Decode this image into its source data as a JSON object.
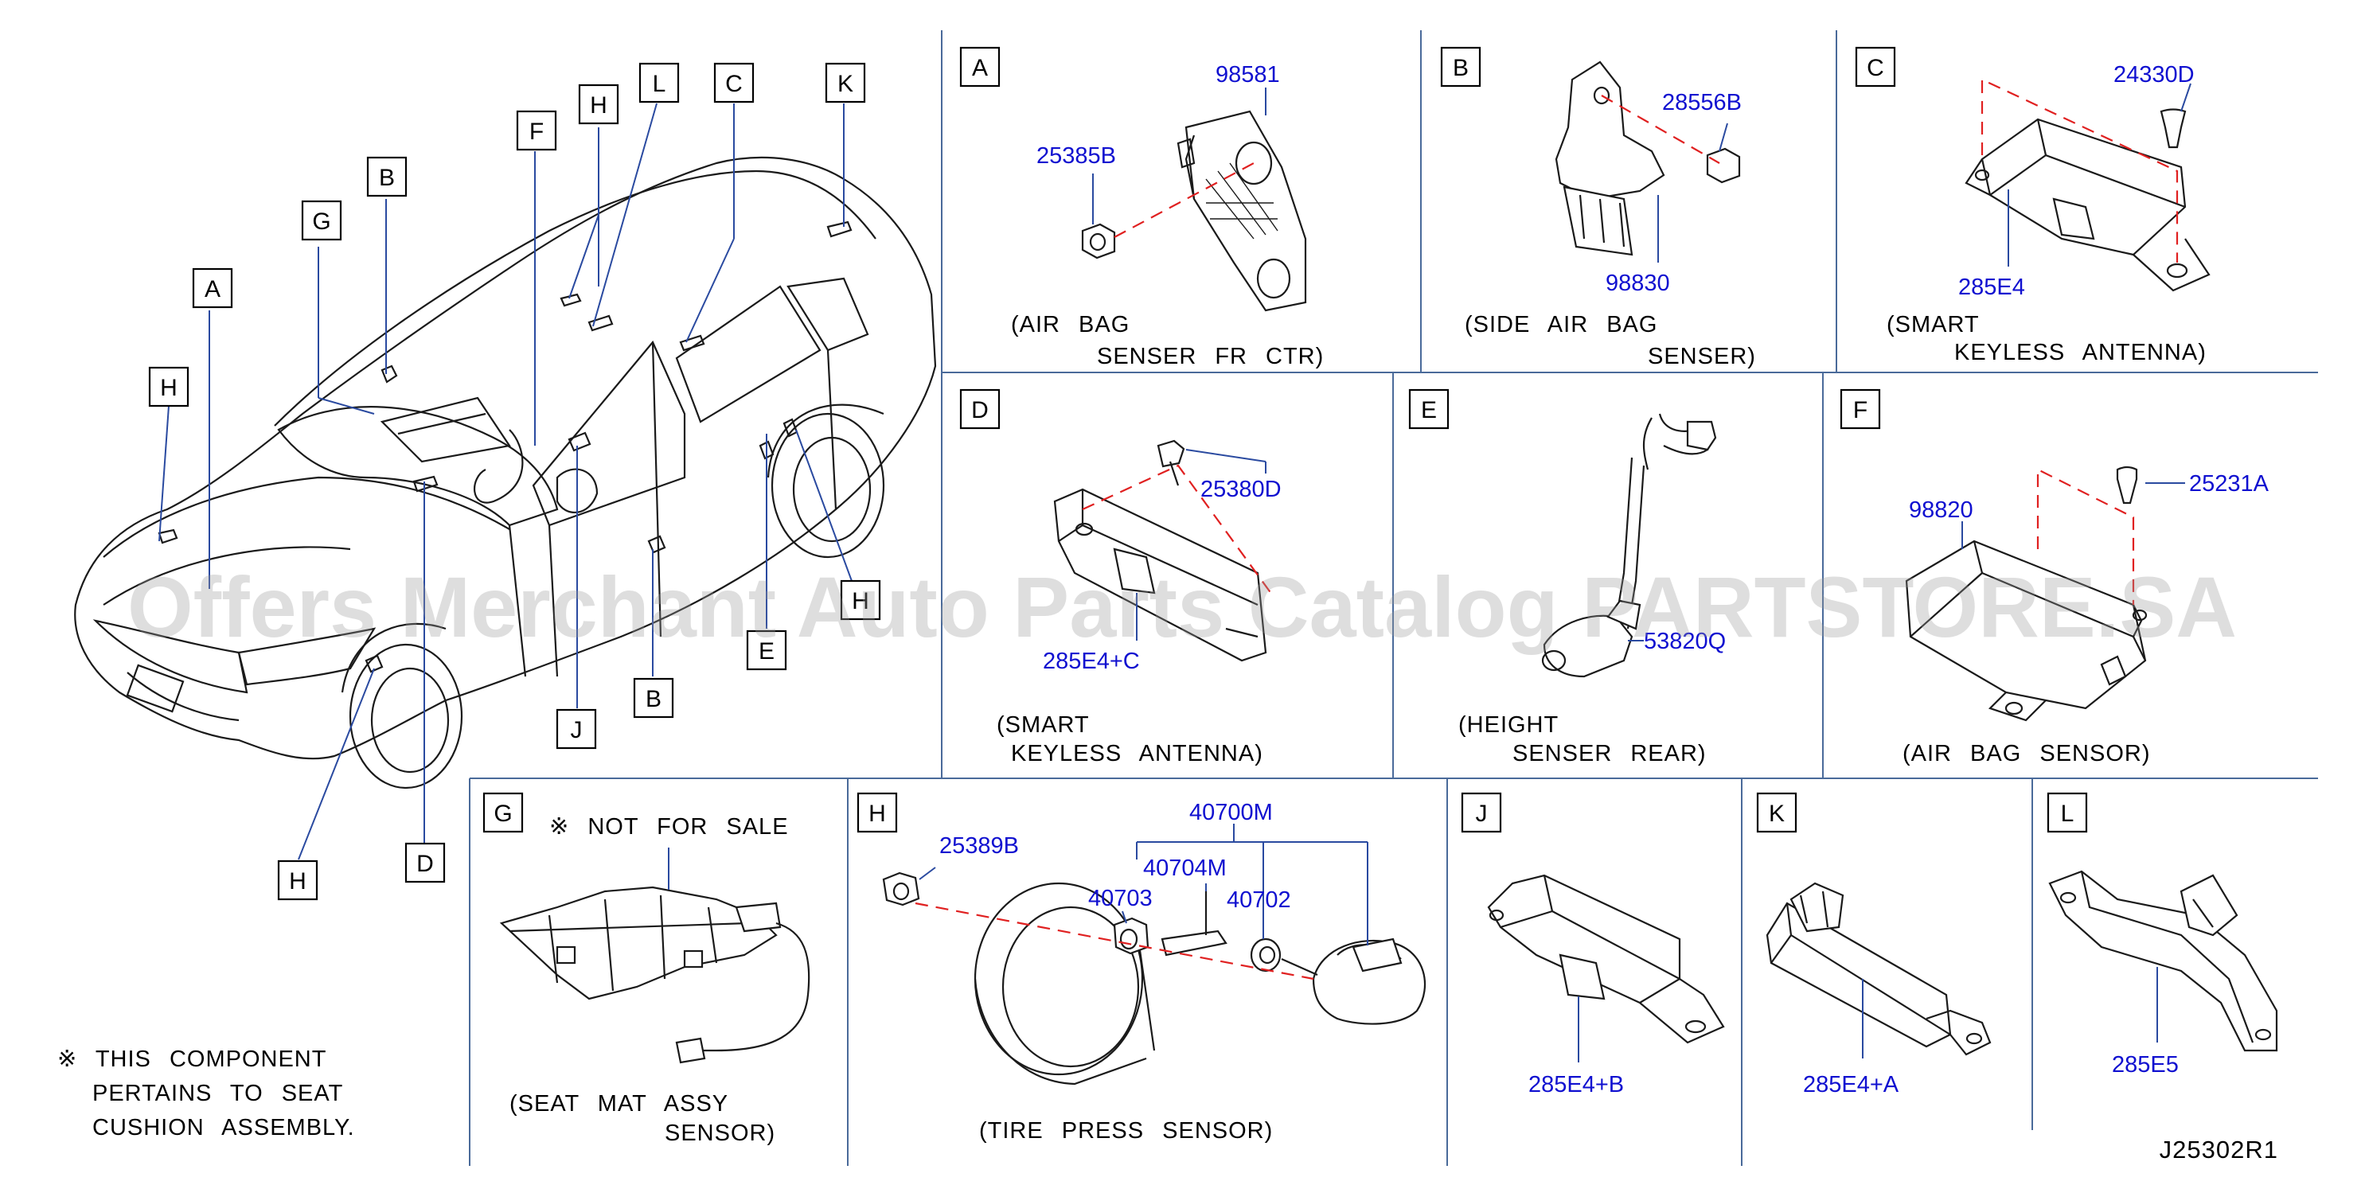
{
  "watermark": "Offers Merchant Auto Parts Catalog PARTSTORE.SA",
  "drawing_code": "J25302R1",
  "overview": {
    "callouts": [
      "A",
      "B",
      "B",
      "C",
      "D",
      "E",
      "F",
      "G",
      "H",
      "H",
      "H",
      "H",
      "J",
      "K",
      "L"
    ]
  },
  "panels": {
    "A": {
      "letter": "A",
      "parts": [
        "98581",
        "25385B"
      ],
      "caption": [
        "(AIR   BAG",
        "SENSER   FR   CTR)"
      ]
    },
    "B": {
      "letter": "B",
      "parts": [
        "28556B",
        "98830"
      ],
      "caption": [
        "(SIDE   AIR   BAG",
        "SENSER)"
      ]
    },
    "C": {
      "letter": "C",
      "parts": [
        "24330D",
        "285E4"
      ],
      "caption": [
        "(SMART",
        "KEYLESS   ANTENNA)"
      ]
    },
    "D": {
      "letter": "D",
      "parts": [
        "25380D",
        "285E4+C"
      ],
      "caption": [
        "(SMART",
        "KEYLESS   ANTENNA)"
      ]
    },
    "E": {
      "letter": "E",
      "parts": [
        "53820Q"
      ],
      "caption": [
        "(HEIGHT",
        "SENSER   REAR)"
      ]
    },
    "F": {
      "letter": "F",
      "parts": [
        "25231A",
        "98820"
      ],
      "caption": [
        "(AIR   BAG   SENSOR)"
      ]
    },
    "G": {
      "letter": "G",
      "note": "※ NOT   FOR   SALE",
      "caption": [
        "(SEAT   MAT   ASSY",
        "SENSOR)"
      ]
    },
    "H": {
      "letter": "H",
      "parts": [
        "40700M",
        "25389B",
        "40704M",
        "40703",
        "40702"
      ],
      "caption": [
        "(TIRE   PRESS   SENSOR)"
      ]
    },
    "J": {
      "letter": "J",
      "parts": [
        "285E4+B"
      ]
    },
    "K": {
      "letter": "K",
      "parts": [
        "285E4+A"
      ]
    },
    "L": {
      "letter": "L",
      "parts": [
        "285E5"
      ]
    }
  },
  "footnote": [
    "※ THIS   COMPONENT",
    "PERTAINS   TO   SEAT",
    "CUSHION   ASSEMBLY."
  ]
}
